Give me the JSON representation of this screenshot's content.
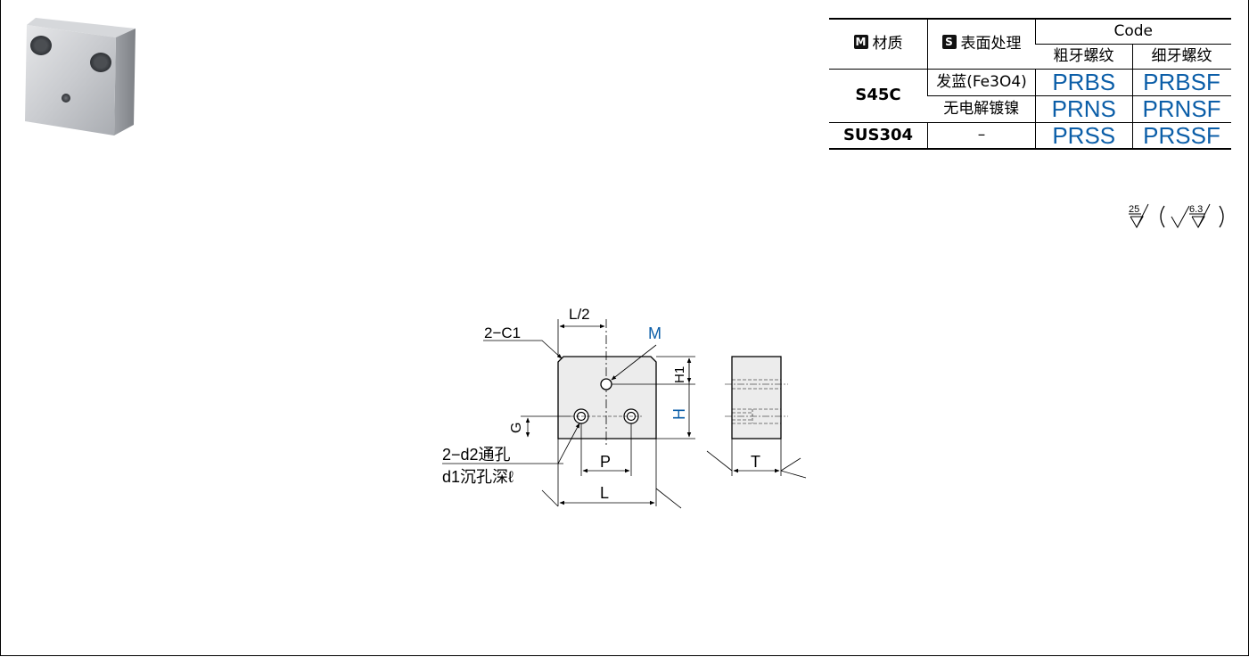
{
  "table": {
    "header": {
      "material_badge": "M",
      "material_label": "材质",
      "surface_badge": "S",
      "surface_label": "表面处理",
      "code_label": "Code",
      "coarse_label": "粗牙螺纹",
      "fine_label": "细牙螺纹"
    },
    "rows": [
      {
        "material": "S45C",
        "surface": "发蓝(Fe3O4)",
        "coarse": "PRBS",
        "fine": "PRBSF"
      },
      {
        "material": "",
        "surface": "无电解镀镍",
        "coarse": "PRNS",
        "fine": "PRNSF"
      },
      {
        "material": "SUS304",
        "surface": "–",
        "coarse": "PRSS",
        "fine": "PRSSF"
      }
    ]
  },
  "roughness": {
    "value_main": "25",
    "value_alt": "6.3"
  },
  "drawing": {
    "label_l_half": "L/2",
    "label_chamfer": "2−C1",
    "label_m": "M",
    "label_h1": "H1",
    "label_h": "H",
    "label_g": "G",
    "label_through": "2−d2通孔",
    "label_counterbore": "d1沉孔深ℓ",
    "label_p": "P",
    "label_l": "L",
    "label_t": "T"
  },
  "colors": {
    "code_blue": "#0b5ea8",
    "part_fill": "#ececec"
  }
}
